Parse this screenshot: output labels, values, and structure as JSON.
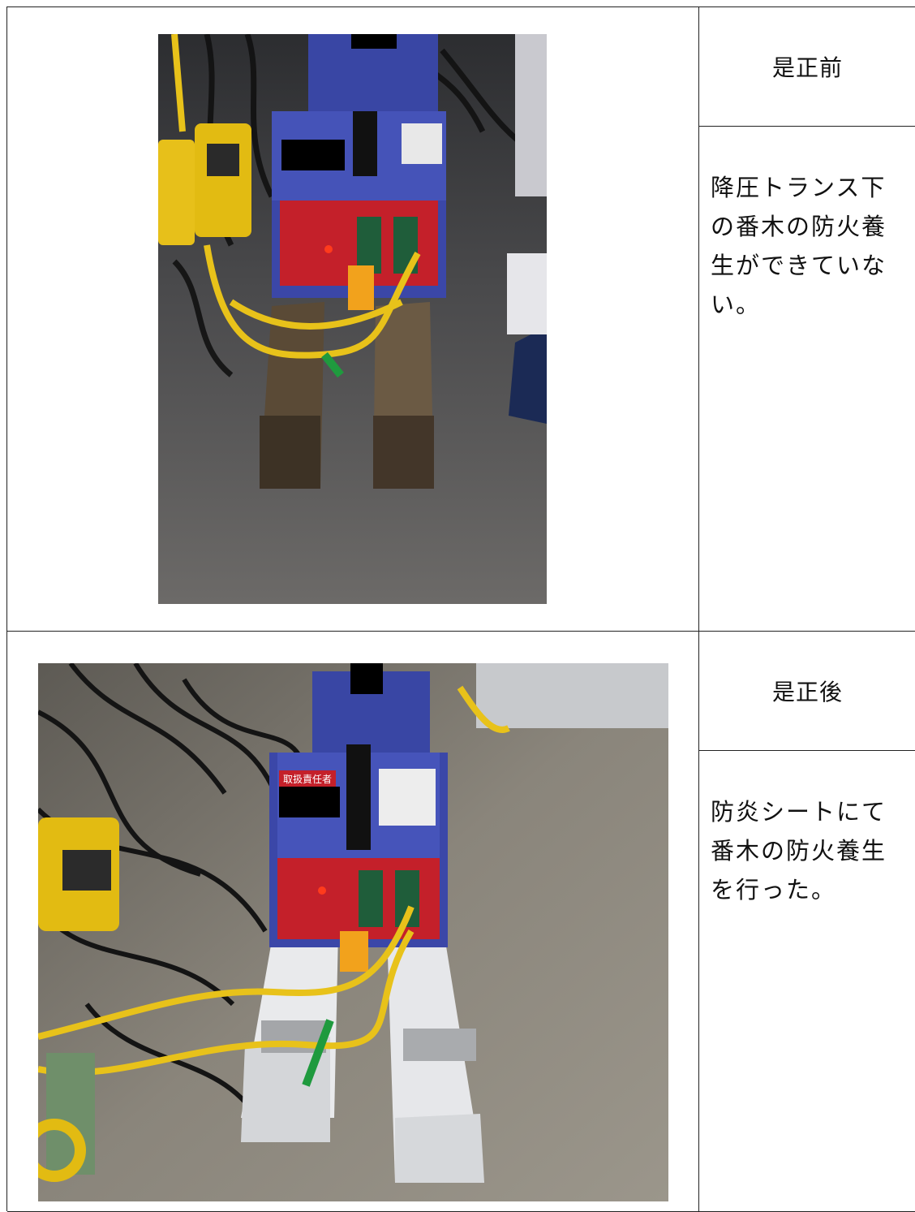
{
  "rows": [
    {
      "label": "是正前",
      "description": "降圧トランス下の番木の防火養生ができていない。",
      "photo": {
        "depicts": "transformer-on-wooden-blocks"
      }
    },
    {
      "label": "是正後",
      "description": "防炎シートにて番木の防火養生を行った。",
      "photo": {
        "depicts": "transformer-on-wrapped-blocks"
      }
    }
  ],
  "photo_signs": {
    "responsible_sign": "取扱責任者"
  },
  "colors": {
    "border": "#222222",
    "transformer_blue": "#3b47a8",
    "transformer_red": "#c4202a",
    "cable_yellow": "#e8c21a"
  }
}
